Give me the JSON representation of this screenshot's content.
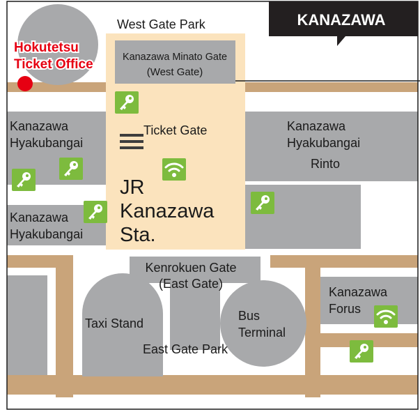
{
  "city_badge": "KANAZAWA",
  "marker": {
    "line1": "Hokutetsu",
    "line2": "Ticket Office",
    "color": "#e60012"
  },
  "labels": {
    "west_gate_park": "West Gate Park",
    "minato_gate_1": "Kanazawa Minato Gate",
    "minato_gate_2": "(West Gate)",
    "ticket_gate": "Ticket Gate",
    "hyakubangai_left_1a": "Kanazawa",
    "hyakubangai_left_1b": "Hyakubangai",
    "hyakubangai_right_a": "Kanazawa",
    "hyakubangai_right_b": "Hyakubangai",
    "rinto": "Rinto",
    "jr_1": "JR",
    "jr_2": "Kanazawa",
    "jr_3": "Sta.",
    "hyakubangai_left_2a": "Kanazawa",
    "hyakubangai_left_2b": "Hyakubangai",
    "kenrokuen_gate_1": "Kenrokuen Gate",
    "kenrokuen_gate_2": "(East Gate)",
    "taxi_stand": "Taxi Stand",
    "bus_terminal_1": "Bus",
    "bus_terminal_2": "Terminal",
    "east_gate_park": "East Gate Park",
    "forus_1": "Kanazawa",
    "forus_2": "Forus"
  },
  "icons": {
    "key": "key-icon",
    "wifi": "wifi-icon",
    "stairs": "stairs-icon"
  },
  "colors": {
    "road": "#c9a47a",
    "building": "#a8a9ab",
    "station": "#fbe3bd",
    "icon_green": "#7dbb3e",
    "badge": "#231f20"
  }
}
